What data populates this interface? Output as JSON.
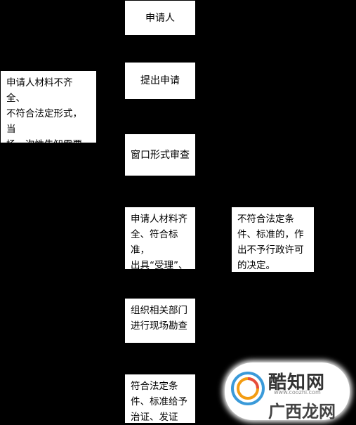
{
  "flow": {
    "step1": "申请人",
    "step2": "提出申请",
    "step3": "窗口形式审查",
    "step4": "申请人材料齐\n全、符合标准，\n出具“受理”、\n承诺通知书",
    "step5": "组织相关部门\n进行现场勘查",
    "step6": "符合法定条\n件、标准给予\n治证、发证"
  },
  "side": {
    "incomplete": "申请人材料不齐全、\n不符合法定形式，当\n场一次性告知需要\n补下的全部内容。",
    "rejected": "不符合法定条\n件、标准的，作\n出不予行政许可\n的决定。"
  },
  "watermark": {
    "brand": "酷知网",
    "url": "www.coozhi.com",
    "sub": "广西龙网",
    "logo_icon": "coozhi-logo-icon"
  }
}
